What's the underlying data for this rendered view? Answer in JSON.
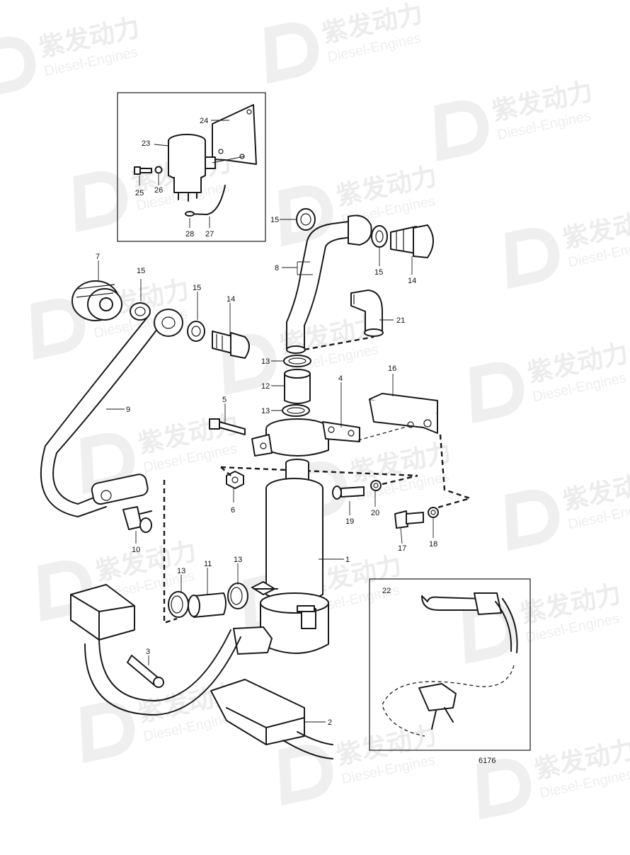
{
  "watermark": {
    "chinese": "紫发动力",
    "english": "Diesel-Engines"
  },
  "figure_number": "6176",
  "labels": {
    "l1": "1",
    "l2": "2",
    "l3": "3",
    "l4": "4",
    "l5": "5",
    "l6": "6",
    "l7": "7",
    "l8": "8",
    "l9": "9",
    "l10": "10",
    "l11": "11",
    "l12": "12",
    "l13a": "13",
    "l13b": "13",
    "l13c": "13",
    "l13d": "13",
    "l14a": "14",
    "l14b": "14",
    "l15a": "15",
    "l15b": "15",
    "l15c": "15",
    "l15d": "15",
    "l16": "16",
    "l17": "17",
    "l18": "18",
    "l19": "19",
    "l20": "20",
    "l21": "21",
    "l22": "22",
    "l23": "23",
    "l24": "24",
    "l25": "25",
    "l26": "26",
    "l27": "27",
    "l28": "28"
  }
}
